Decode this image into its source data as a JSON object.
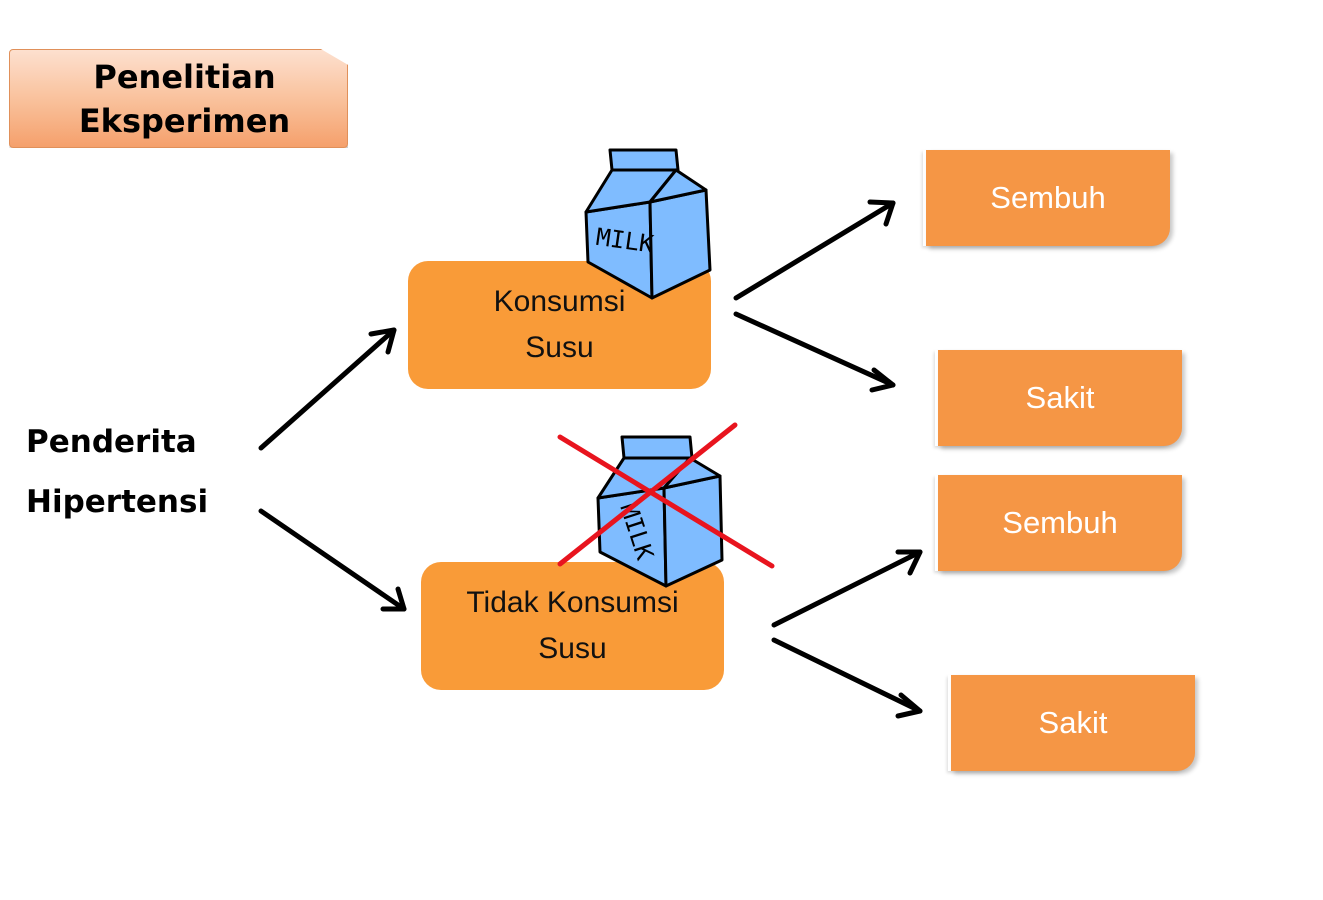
{
  "title": {
    "line1": "Penelitian",
    "line2": "Eksperimen"
  },
  "subject": {
    "line1": "Penderita",
    "line2": "Hipertensi"
  },
  "groups": [
    {
      "line1": "Konsumsi",
      "line2": "Susu",
      "carton_label": "MILK",
      "crossed": false
    },
    {
      "line1": "Tidak Konsumsi",
      "line2": "Susu",
      "carton_label": "MILK",
      "crossed": true
    }
  ],
  "outcomes": [
    {
      "label": "Sembuh"
    },
    {
      "label": "Sakit"
    },
    {
      "label": "Sembuh"
    },
    {
      "label": "Sakit"
    }
  ],
  "colors": {
    "group_box": "#f99b38",
    "outcome_box": "#f59645",
    "carton": "#7fbcff",
    "cross": "#e8141e"
  }
}
